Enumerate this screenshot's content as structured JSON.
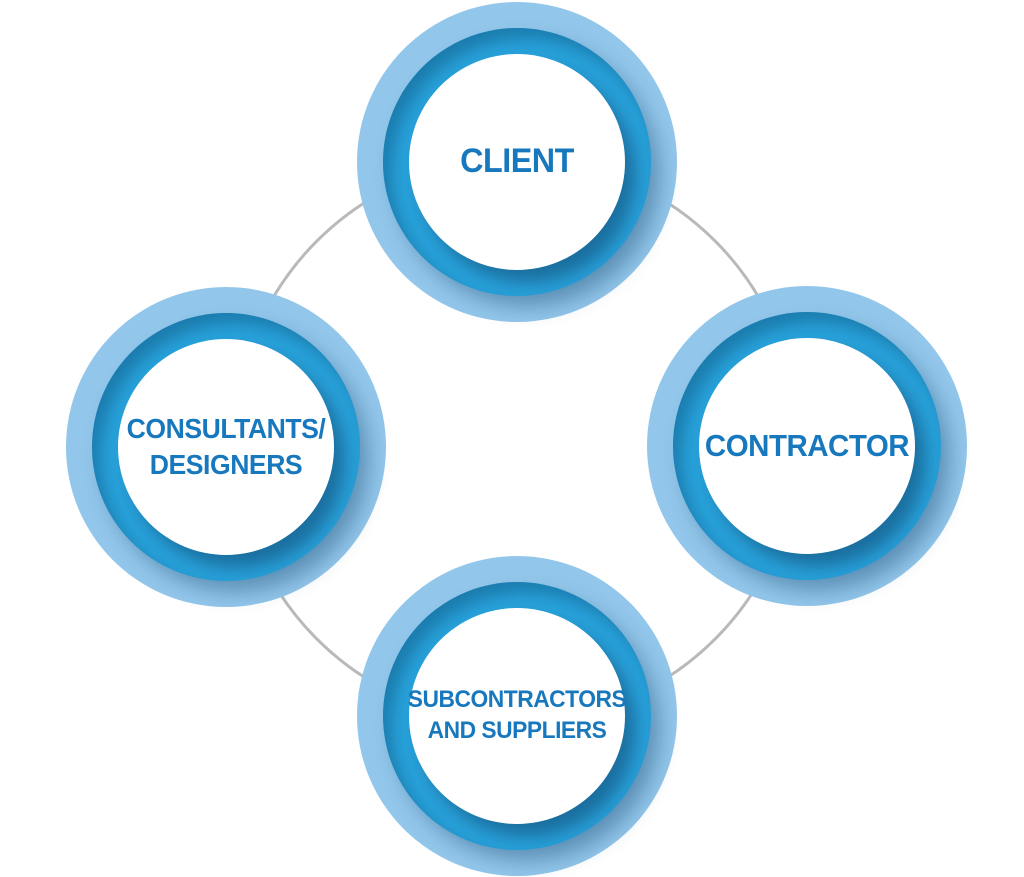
{
  "diagram": {
    "type": "cycle-diagram",
    "background": "#ffffff",
    "connector": {
      "shape": "circle",
      "color": "#b9b9b9",
      "thickness": "3px",
      "arrowheads": false
    },
    "colors": {
      "outer_ring": "#92c6ea",
      "inner_ring": "#29a4dd",
      "face": "#ffffff",
      "label": "#1878be"
    },
    "nodes": [
      {
        "id": "client",
        "position": "top",
        "label": "CLIENT",
        "lines": [
          "CLIENT"
        ]
      },
      {
        "id": "contractor",
        "position": "right",
        "label": "CONTRACTOR",
        "lines": [
          "CONTRACTOR"
        ]
      },
      {
        "id": "consultants-designers",
        "position": "left",
        "label": "CONSULTANTS/ DESIGNERS",
        "lines": [
          "CONSULTANTS/",
          "DESIGNERS"
        ]
      },
      {
        "id": "subcontractors-suppliers",
        "position": "bottom",
        "label": "SUBCONTRACTORS AND SUPPLIERS",
        "lines": [
          "SUBCONTRACTORS",
          "AND SUPPLIERS"
        ]
      }
    ]
  }
}
